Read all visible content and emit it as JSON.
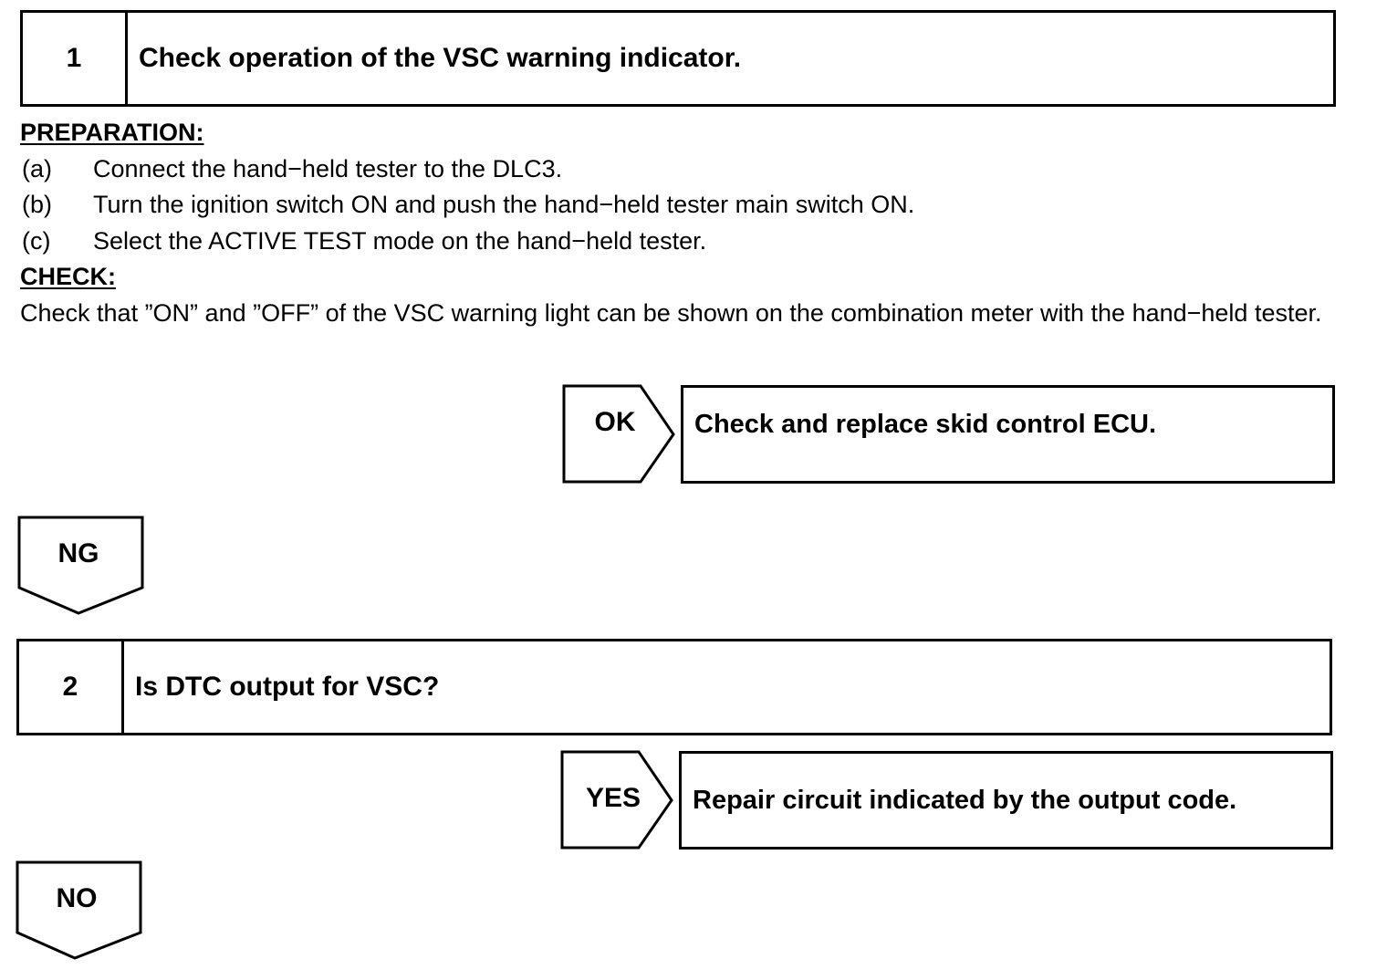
{
  "step1": {
    "number": "1",
    "title": "Check operation of the VSC warning indicator."
  },
  "preparation": {
    "heading": "PREPARATION:",
    "items": [
      {
        "label": "(a)",
        "text": "Connect the hand−held tester to the DLC3."
      },
      {
        "label": "(b)",
        "text": "Turn the ignition switch ON and push the hand−held tester main switch ON."
      },
      {
        "label": "(c)",
        "text": "Select the ACTIVE TEST mode on the hand−held tester."
      }
    ]
  },
  "check": {
    "heading": "CHECK:",
    "text": "Check that ”ON” and ”OFF” of the VSC warning light can be shown on the combination meter with the hand−held tester."
  },
  "ok_branch": {
    "label": "OK",
    "result": "Check and replace skid control ECU."
  },
  "ng_branch": {
    "label": "NG"
  },
  "step2": {
    "number": "2",
    "title": "Is DTC output for VSC?"
  },
  "yes_branch": {
    "label": "YES",
    "result": "Repair circuit indicated by the output code."
  },
  "no_branch": {
    "label": "NO"
  }
}
